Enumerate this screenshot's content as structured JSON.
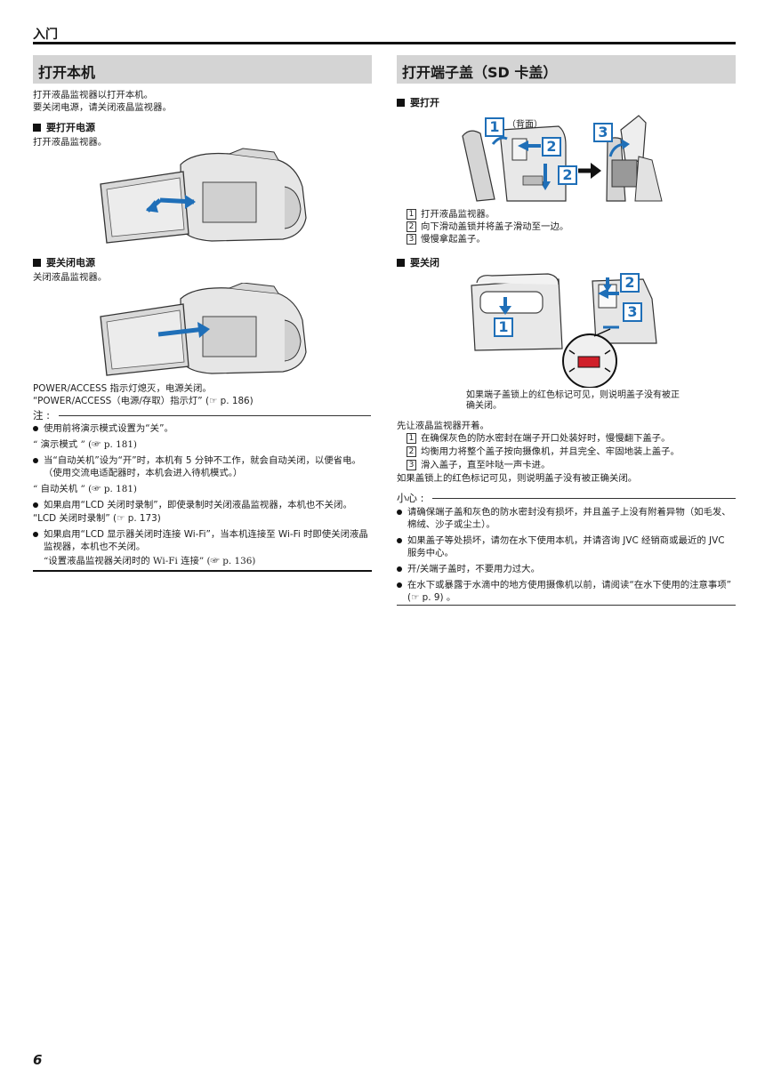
{
  "chapter": "入门",
  "page_number": "6",
  "left": {
    "title": "打开本机",
    "intro": [
      "打开液晶监视器以打开本机。",
      "要关闭电源，请关闭液晶监视器。"
    ],
    "power_on": {
      "heading": "要打开电源",
      "text": "打开液晶监视器。"
    },
    "power_off": {
      "heading": "要关闭电源",
      "text": "关闭液晶监视器。"
    },
    "power_access": [
      "POWER/ACCESS 指示灯熄灭，电源关闭。",
      "“POWER/ACCESS（电源/存取）指示灯” (☞ p. 186)"
    ],
    "note_label": "注 :",
    "notes": [
      {
        "text": "使用前将演示模式设置为“关”。",
        "ref": "“ 演示模式 ” (☞ p. 181)"
      },
      {
        "text": "当“自动关机”设为“开”时，本机有 5 分钟不工作，就会自动关闭，以便省电。（使用交流电适配器时，本机会进入待机模式。）",
        "ref": "“ 自动关机 ” (☞ p. 181)"
      },
      {
        "text": "如果启用“LCD 关闭时录制”，即使录制时关闭液晶监视器，本机也不关闭。",
        "ref": "“LCD 关闭时录制” (☞ p. 173)"
      },
      {
        "text": "如果启用“LCD 显示器关闭时连接 Wi-Fi”，当本机连接至 Wi-Fi 时即使关闭液晶监视器，本机也不关闭。",
        "ref": "“设置液晶监视器关闭时的 Wi-Fi 连接” (☞ p. 136)"
      }
    ]
  },
  "right": {
    "title": "打开端子盖（SD 卡盖）",
    "open": {
      "heading": "要打开",
      "back_label": "（背面）",
      "steps": [
        "打开液晶监视器。",
        "向下滑动盖锁并将盖子滑动至一边。",
        "慢慢拿起盖子。"
      ]
    },
    "close": {
      "heading": "要关闭",
      "caption": "如果端子盖锁上的红色标记可见，则说明盖子没有被正确关闭。",
      "pre": "先让液晶监视器开着。",
      "steps": [
        "在确保灰色的防水密封在端子开口处装好时，慢慢翻下盖子。",
        "均衡用力将整个盖子按向摄像机，并且完全、牢固地装上盖子。",
        "滑入盖子，直至咔哒一声卡进。"
      ],
      "post": "如果盖锁上的红色标记可见，则说明盖子没有被正确关闭。"
    },
    "caution_label": "小心 :",
    "cautions": [
      "请确保端子盖和灰色的防水密封没有损坏，并且盖子上没有附着异物（如毛发、棉绒、沙子或尘土）。",
      "如果盖子等处损坏，请勿在水下使用本机，并请咨询 JVC 经销商或最近的 JVC 服务中心。",
      "开/关端子盖时，不要用力过大。",
      "在水下或暴露于水滴中的地方使用摄像机以前，请阅读“在水下使用的注意事项” (☞ p. 9) 。"
    ]
  },
  "colors": {
    "accent_blue": "#1f6fb8",
    "section_bar": "#d4d4d4",
    "warning_red": "#d0202a"
  },
  "callout_numbers": [
    "1",
    "2",
    "3"
  ]
}
